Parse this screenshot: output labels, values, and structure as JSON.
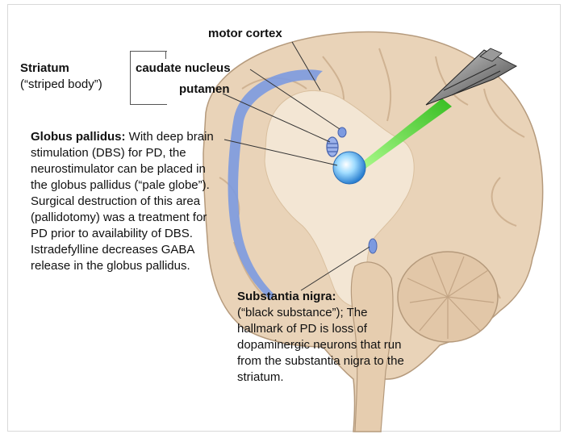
{
  "labels": {
    "motor_cortex": "motor cortex",
    "striatum_title": "Striatum",
    "striatum_sub": "(“striped body”)",
    "caudate": "caudate nucleus",
    "putamen": "putamen",
    "globus_title": "Globus pallidus:",
    "globus_body": " With deep brain stimulation (DBS) for PD, the neurostimulator can be placed in the globus pallidus (“pale globe”). Surgical destruction of this area (pallidotomy) was a treatment for PD prior to availability of DBS. Istradefylline decreases GABA release in the globus pallidus.",
    "nigra_title": "Substantia nigra:",
    "nigra_body": "(“black substance”); The hallmark of PD is loss of dopaminergic neurons that run from the substantia nigra to the striatum."
  },
  "colors": {
    "brain_tan": "#e9d3b8",
    "brain_light": "#f3e6d4",
    "brain_stroke": "#b59a7c",
    "blue_structures": "#7c9ae0",
    "beam_green": "#33dd22",
    "ship_grey": "#6e6e6e"
  },
  "icons": {
    "neurostimulator": "glowing-sphere-icon",
    "starship": "star-destroyer-icon"
  }
}
